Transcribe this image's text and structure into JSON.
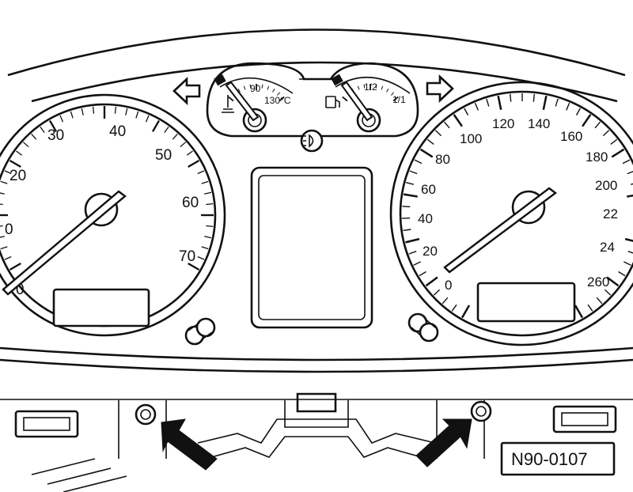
{
  "tachometer": {
    "tick_labels": [
      "0",
      "20",
      "30",
      "40",
      "50",
      "60",
      "70",
      "0"
    ]
  },
  "coolant_gauge": {
    "labels": [
      "90",
      "130°C"
    ]
  },
  "fuel_gauge": {
    "labels": [
      "1/2",
      "1/1"
    ]
  },
  "speedometer": {
    "tick_labels": [
      "0",
      "20",
      "40",
      "60",
      "80",
      "100",
      "120",
      "140",
      "160",
      "180",
      "200",
      "22",
      "24",
      "260"
    ]
  },
  "reference_code": "N90-0107",
  "colors": {
    "ink": "#111111",
    "paper": "#ffffff"
  }
}
